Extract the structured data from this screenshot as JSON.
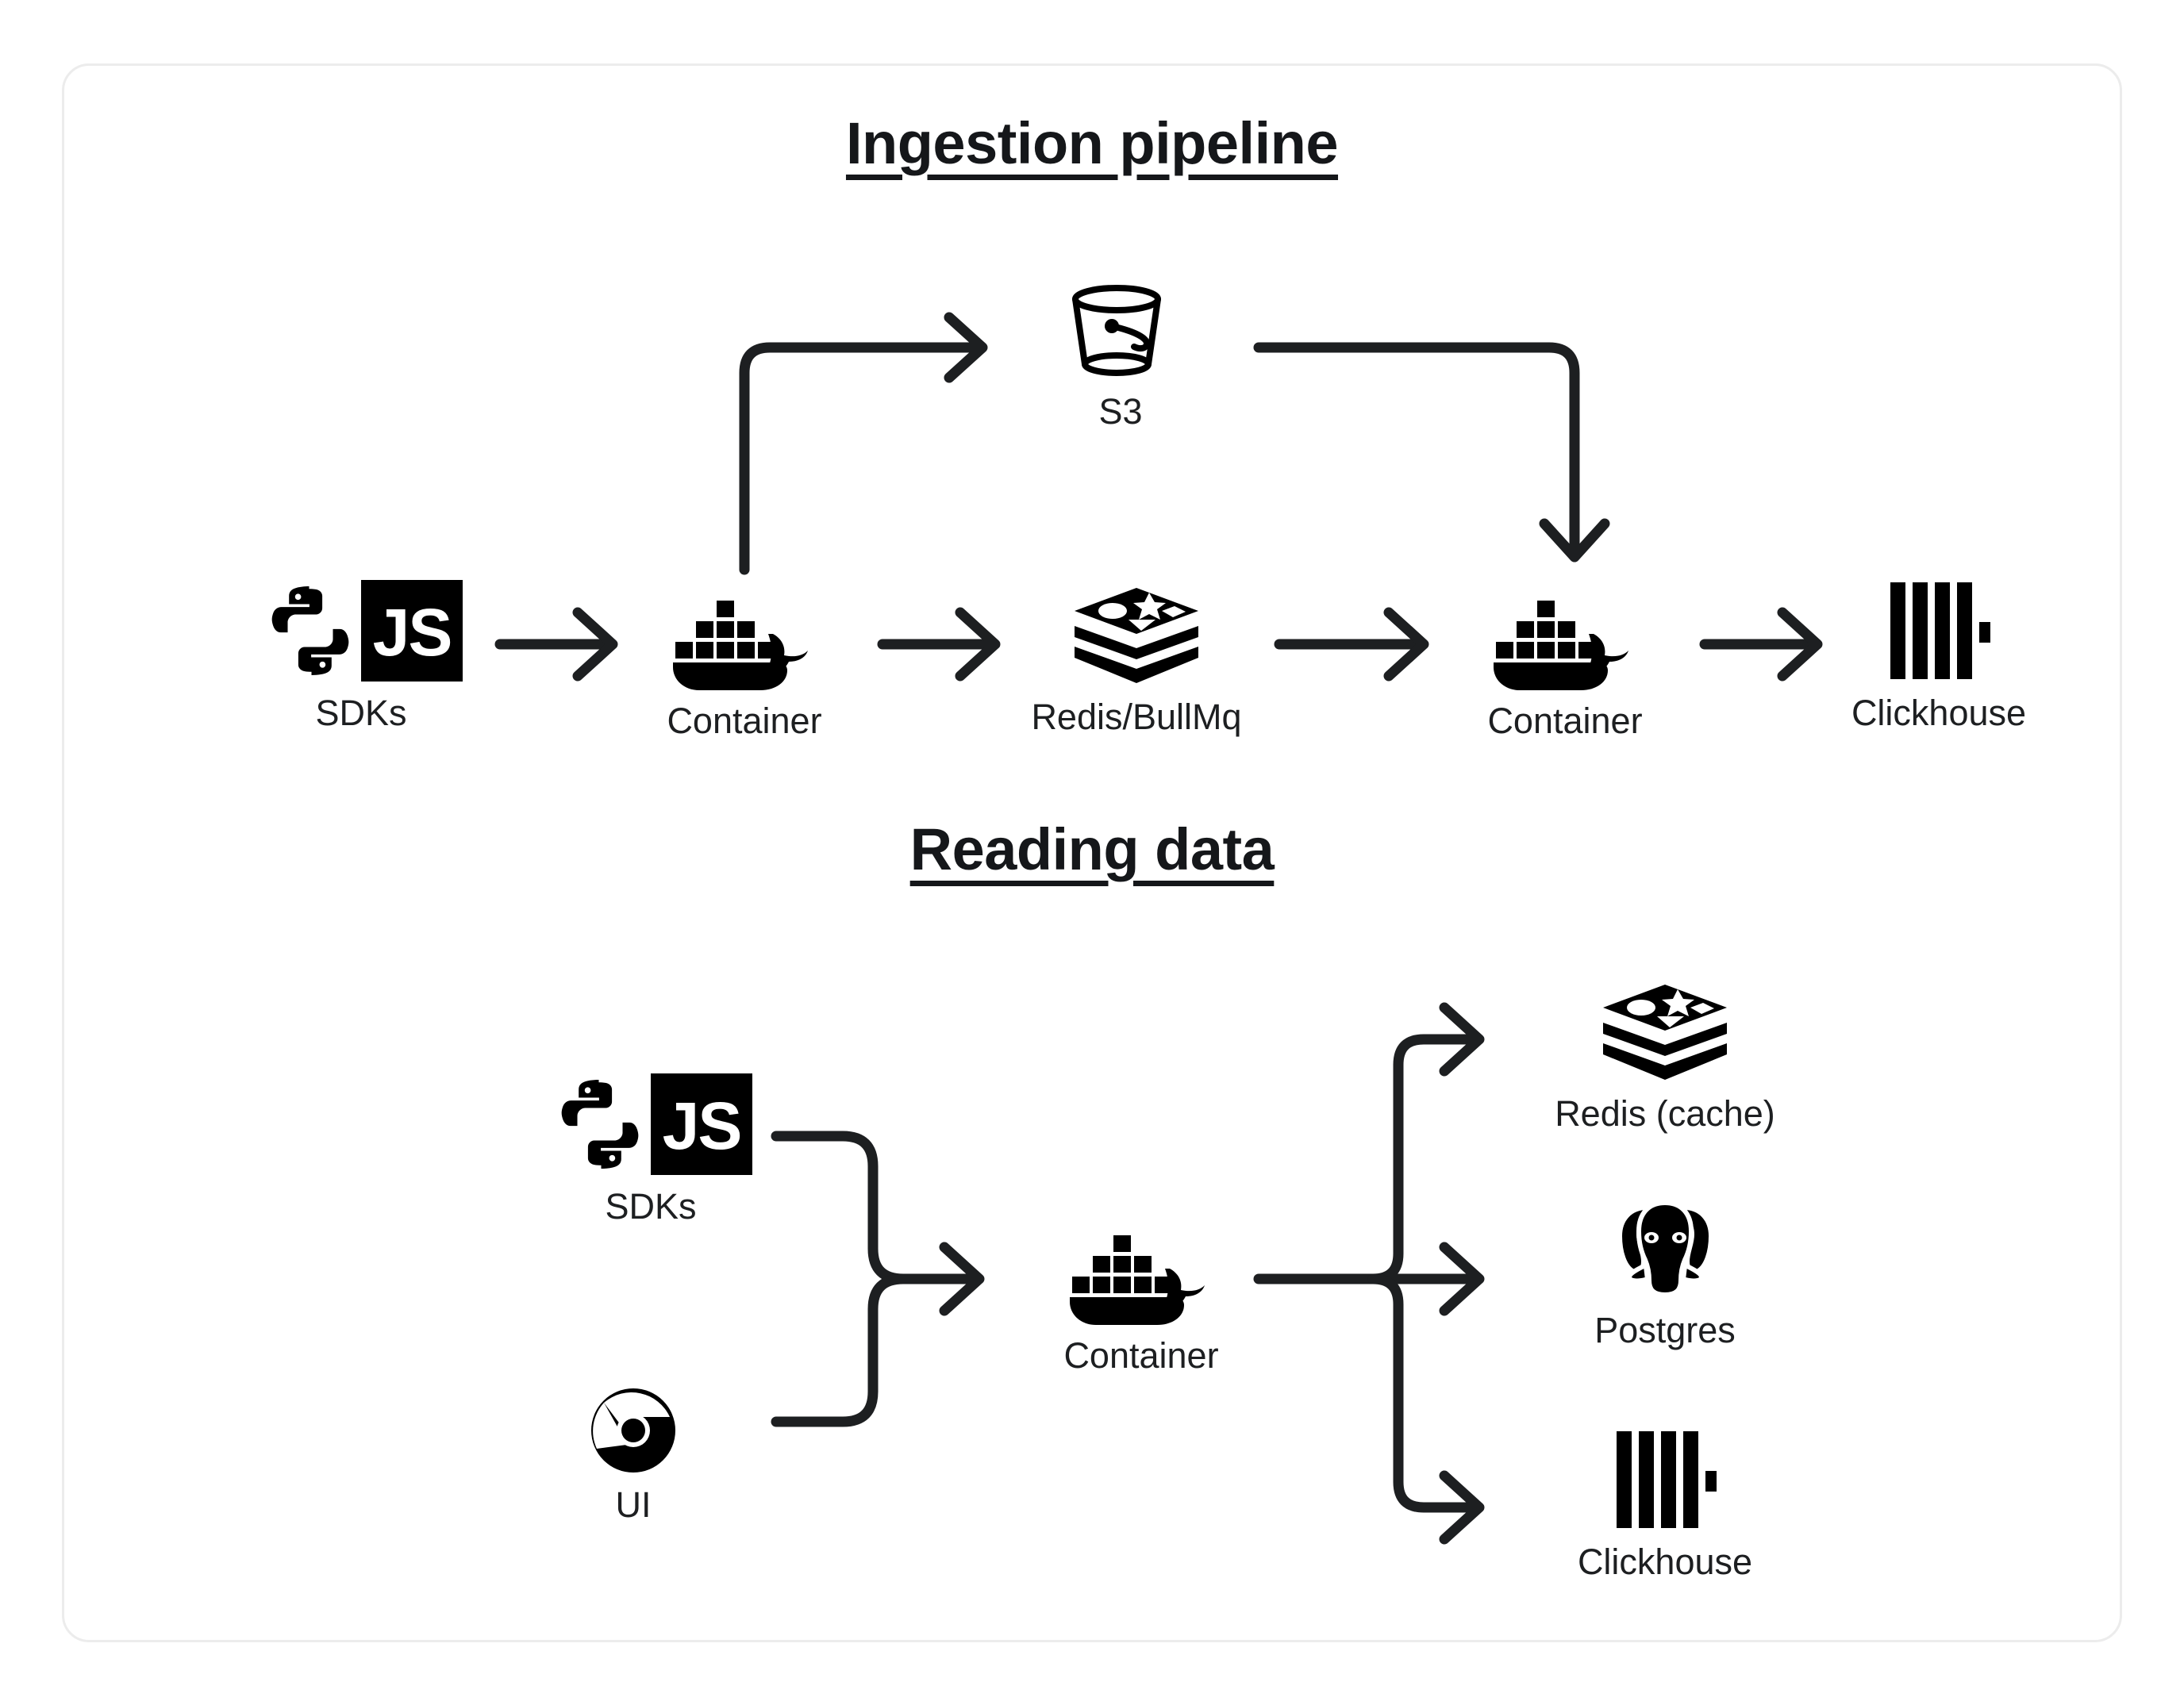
{
  "diagram": {
    "sections": [
      {
        "id": "ingestion",
        "title": "Ingestion pipeline",
        "nodes": [
          {
            "id": "sdks-1",
            "label": "SDKs",
            "icon": "python-js-sdk-icon"
          },
          {
            "id": "container-1",
            "label": "Container",
            "icon": "docker-whale-icon"
          },
          {
            "id": "s3",
            "label": "S3",
            "icon": "s3-bucket-icon"
          },
          {
            "id": "redis-bullmq",
            "label": "Redis/BullMq",
            "icon": "redis-stack-icon"
          },
          {
            "id": "container-2",
            "label": "Container",
            "icon": "docker-whale-icon"
          },
          {
            "id": "clickhouse-1",
            "label": "Clickhouse",
            "icon": "clickhouse-bars-icon"
          }
        ],
        "edges": [
          {
            "from": "sdks-1",
            "to": "container-1",
            "shape": "straight"
          },
          {
            "from": "container-1",
            "to": "s3",
            "shape": "elbow-up-right"
          },
          {
            "from": "container-1",
            "to": "redis-bullmq",
            "shape": "straight"
          },
          {
            "from": "s3",
            "to": "container-2",
            "shape": "elbow-right-down"
          },
          {
            "from": "redis-bullmq",
            "to": "container-2",
            "shape": "straight"
          },
          {
            "from": "container-2",
            "to": "clickhouse-1",
            "shape": "straight"
          }
        ]
      },
      {
        "id": "reading",
        "title": "Reading data",
        "nodes": [
          {
            "id": "sdks-2",
            "label": "SDKs",
            "icon": "python-js-sdk-icon"
          },
          {
            "id": "ui",
            "label": "UI",
            "icon": "chrome-browser-icon"
          },
          {
            "id": "container-3",
            "label": "Container",
            "icon": "docker-whale-icon"
          },
          {
            "id": "redis-cache",
            "label": "Redis (cache)",
            "icon": "redis-stack-icon"
          },
          {
            "id": "postgres",
            "label": "Postgres",
            "icon": "postgres-elephant-icon"
          },
          {
            "id": "clickhouse-2",
            "label": "Clickhouse",
            "icon": "clickhouse-bars-icon"
          }
        ],
        "edges": [
          {
            "from": "sdks-2",
            "to": "container-3",
            "shape": "merge-from-above"
          },
          {
            "from": "ui",
            "to": "container-3",
            "shape": "merge-from-below"
          },
          {
            "from": "container-3",
            "to": "redis-cache",
            "shape": "branch-up"
          },
          {
            "from": "container-3",
            "to": "postgres",
            "shape": "branch-straight"
          },
          {
            "from": "container-3",
            "to": "clickhouse-2",
            "shape": "branch-down"
          }
        ]
      }
    ],
    "js_badge_text": "JS",
    "colors": {
      "ink": "#15171a",
      "stroke": "#1d1f21",
      "card_border": "#ececec",
      "background": "#ffffff"
    }
  }
}
